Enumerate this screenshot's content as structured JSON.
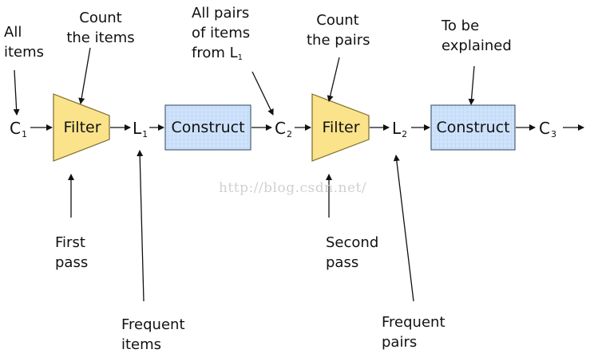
{
  "symbols": {
    "c1": {
      "base": "C",
      "sub": "1"
    },
    "l1": {
      "base": "L",
      "sub": "1"
    },
    "c2": {
      "base": "C",
      "sub": "2"
    },
    "l2": {
      "base": "L",
      "sub": "2"
    },
    "c3": {
      "base": "C",
      "sub": "3"
    }
  },
  "boxes": {
    "filter1": "Filter",
    "construct1": "Construct",
    "filter2": "Filter",
    "construct2": "Construct"
  },
  "labels": {
    "all_items": [
      "All",
      "items"
    ],
    "count_items": [
      "Count",
      "the items"
    ],
    "all_pairs": [
      "All pairs",
      "of items",
      "from L"
    ],
    "all_pairs_sub": "1",
    "count_pairs": [
      "Count",
      "the pairs"
    ],
    "to_be_explained": [
      "To be",
      "explained"
    ],
    "first_pass": [
      "First",
      "pass"
    ],
    "second_pass": [
      "Second",
      "pass"
    ],
    "frequent_items": [
      "Frequent",
      "items"
    ],
    "frequent_pairs": [
      "Frequent",
      "pairs"
    ]
  },
  "watermark": "http://blog.csdn.net/",
  "colors": {
    "filter_fill": "#fae38a",
    "filter_stroke": "#7a6a2a",
    "construct_fill": "#cfe3fb",
    "construct_grid": "#a9c8ef",
    "construct_stroke": "#4a5f7a",
    "arrow": "#111111"
  }
}
